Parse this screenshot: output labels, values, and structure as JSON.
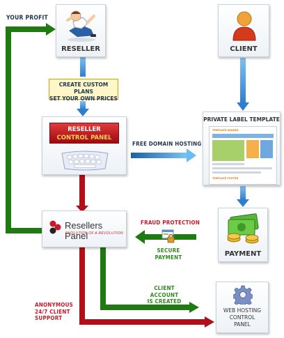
{
  "labels": {
    "your_profit": "YOUR PROFIT",
    "reseller": "RESELLER",
    "client": "CLIENT",
    "plans_line1": "CREATE CUSTOM PLANS",
    "plans_line2": "SET YOUR OWN PRICES",
    "control_panel_line1": "RESELLER",
    "control_panel_line2": "CONTROL PANEL",
    "free_domain_hosting": "FREE DOMAIN HOSTING",
    "private_label_template": "PRIVATE LABEL TEMPLATE",
    "template_header": "TEMPLATE HEADER",
    "template_footer": "TEMPLATE FOOTER",
    "resellers_panel": "Resellers Panel",
    "tagline": "EVOLUTION OF A REVOLUTION",
    "fraud_protection": "FRAUD PROTECTION",
    "payment": "PAYMENT",
    "secure_line1": "SECURE",
    "secure_line2": "PAYMENT",
    "client_account_line1": "CLIENT ACCOUNT",
    "client_account_line2": "IS CREATED",
    "support_line1": "ANONYMOUS",
    "support_line2": "24/7 CLIENT",
    "support_line3": "SUPPORT",
    "web_hosting_line1": "WEB HOSTING",
    "web_hosting_line2": "CONTROL",
    "web_hosting_line3": "PANEL"
  },
  "colors": {
    "green_arrow": "#1f7a12",
    "red_arrow": "#b0101a",
    "blue_arrow": "#2f86d8",
    "red_text": "#c8192b",
    "green_text": "#2e8a1e",
    "note_fill": "#fff7c8"
  },
  "icons": [
    "reseller-figure-icon",
    "client-user-icon",
    "keyboard-icon",
    "template-thumbnail-icon",
    "money-payment-icon",
    "secure-payment-icon",
    "gear-icon",
    "resellers-panel-logo"
  ]
}
